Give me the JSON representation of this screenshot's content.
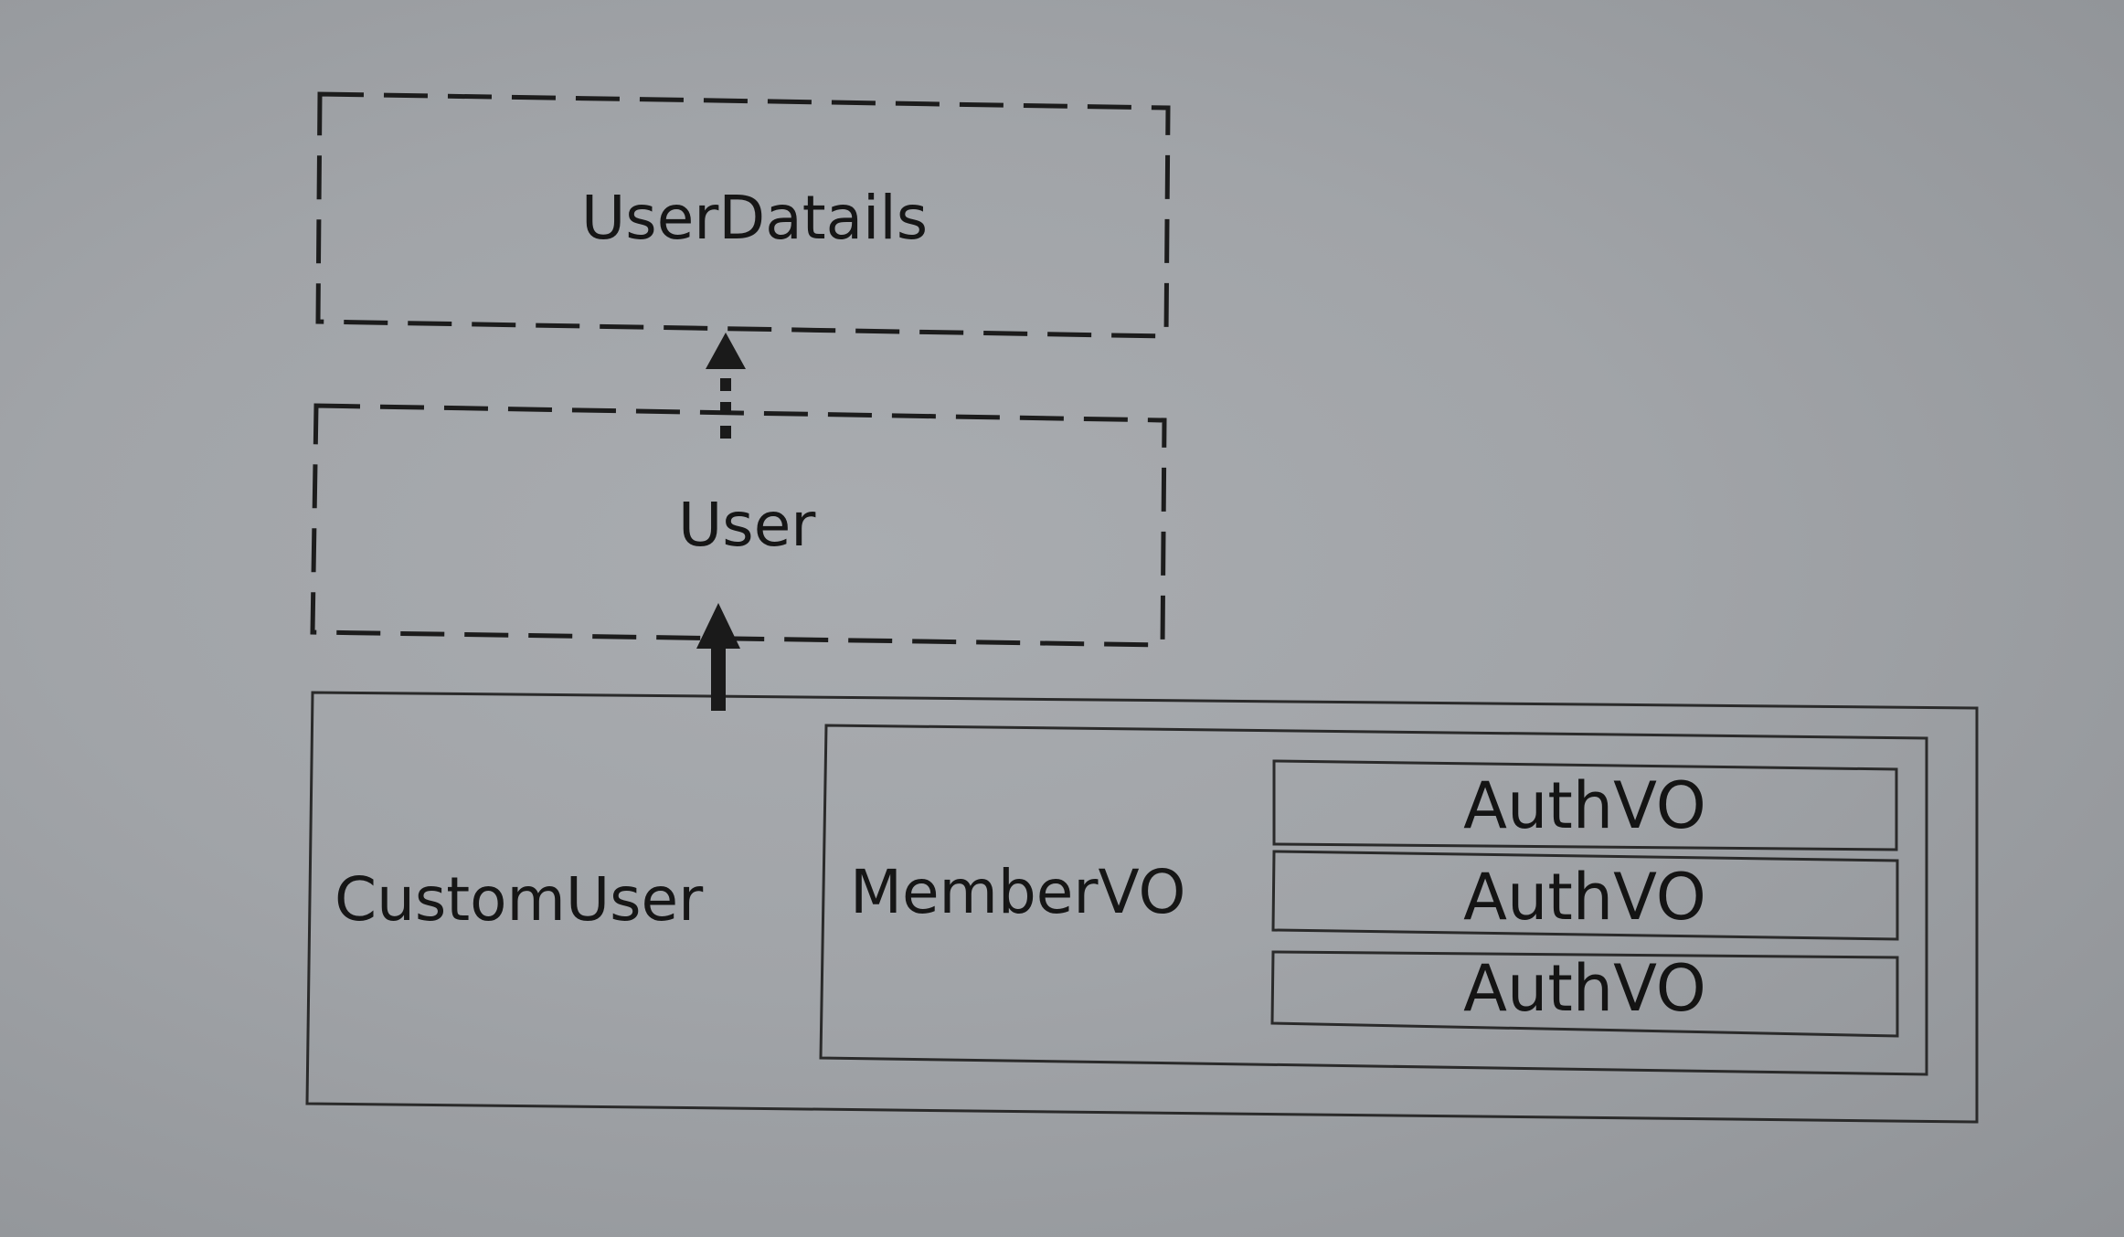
{
  "diagram": {
    "interface_top": {
      "label": "UserDatails"
    },
    "interface_mid": {
      "label": "User"
    },
    "outer_class": {
      "label": "CustomUser"
    },
    "inner_class": {
      "label": "MemberVO"
    },
    "auth_items": [
      {
        "label": "AuthVO"
      },
      {
        "label": "AuthVO"
      },
      {
        "label": "AuthVO"
      }
    ],
    "relations": [
      {
        "from": "User",
        "to": "UserDatails",
        "style": "dashed-arrow"
      },
      {
        "from": "CustomUser",
        "to": "User",
        "style": "solid-arrow"
      }
    ],
    "colors": {
      "stroke": "#1a1a1a",
      "background": "#a3a6aa"
    }
  }
}
